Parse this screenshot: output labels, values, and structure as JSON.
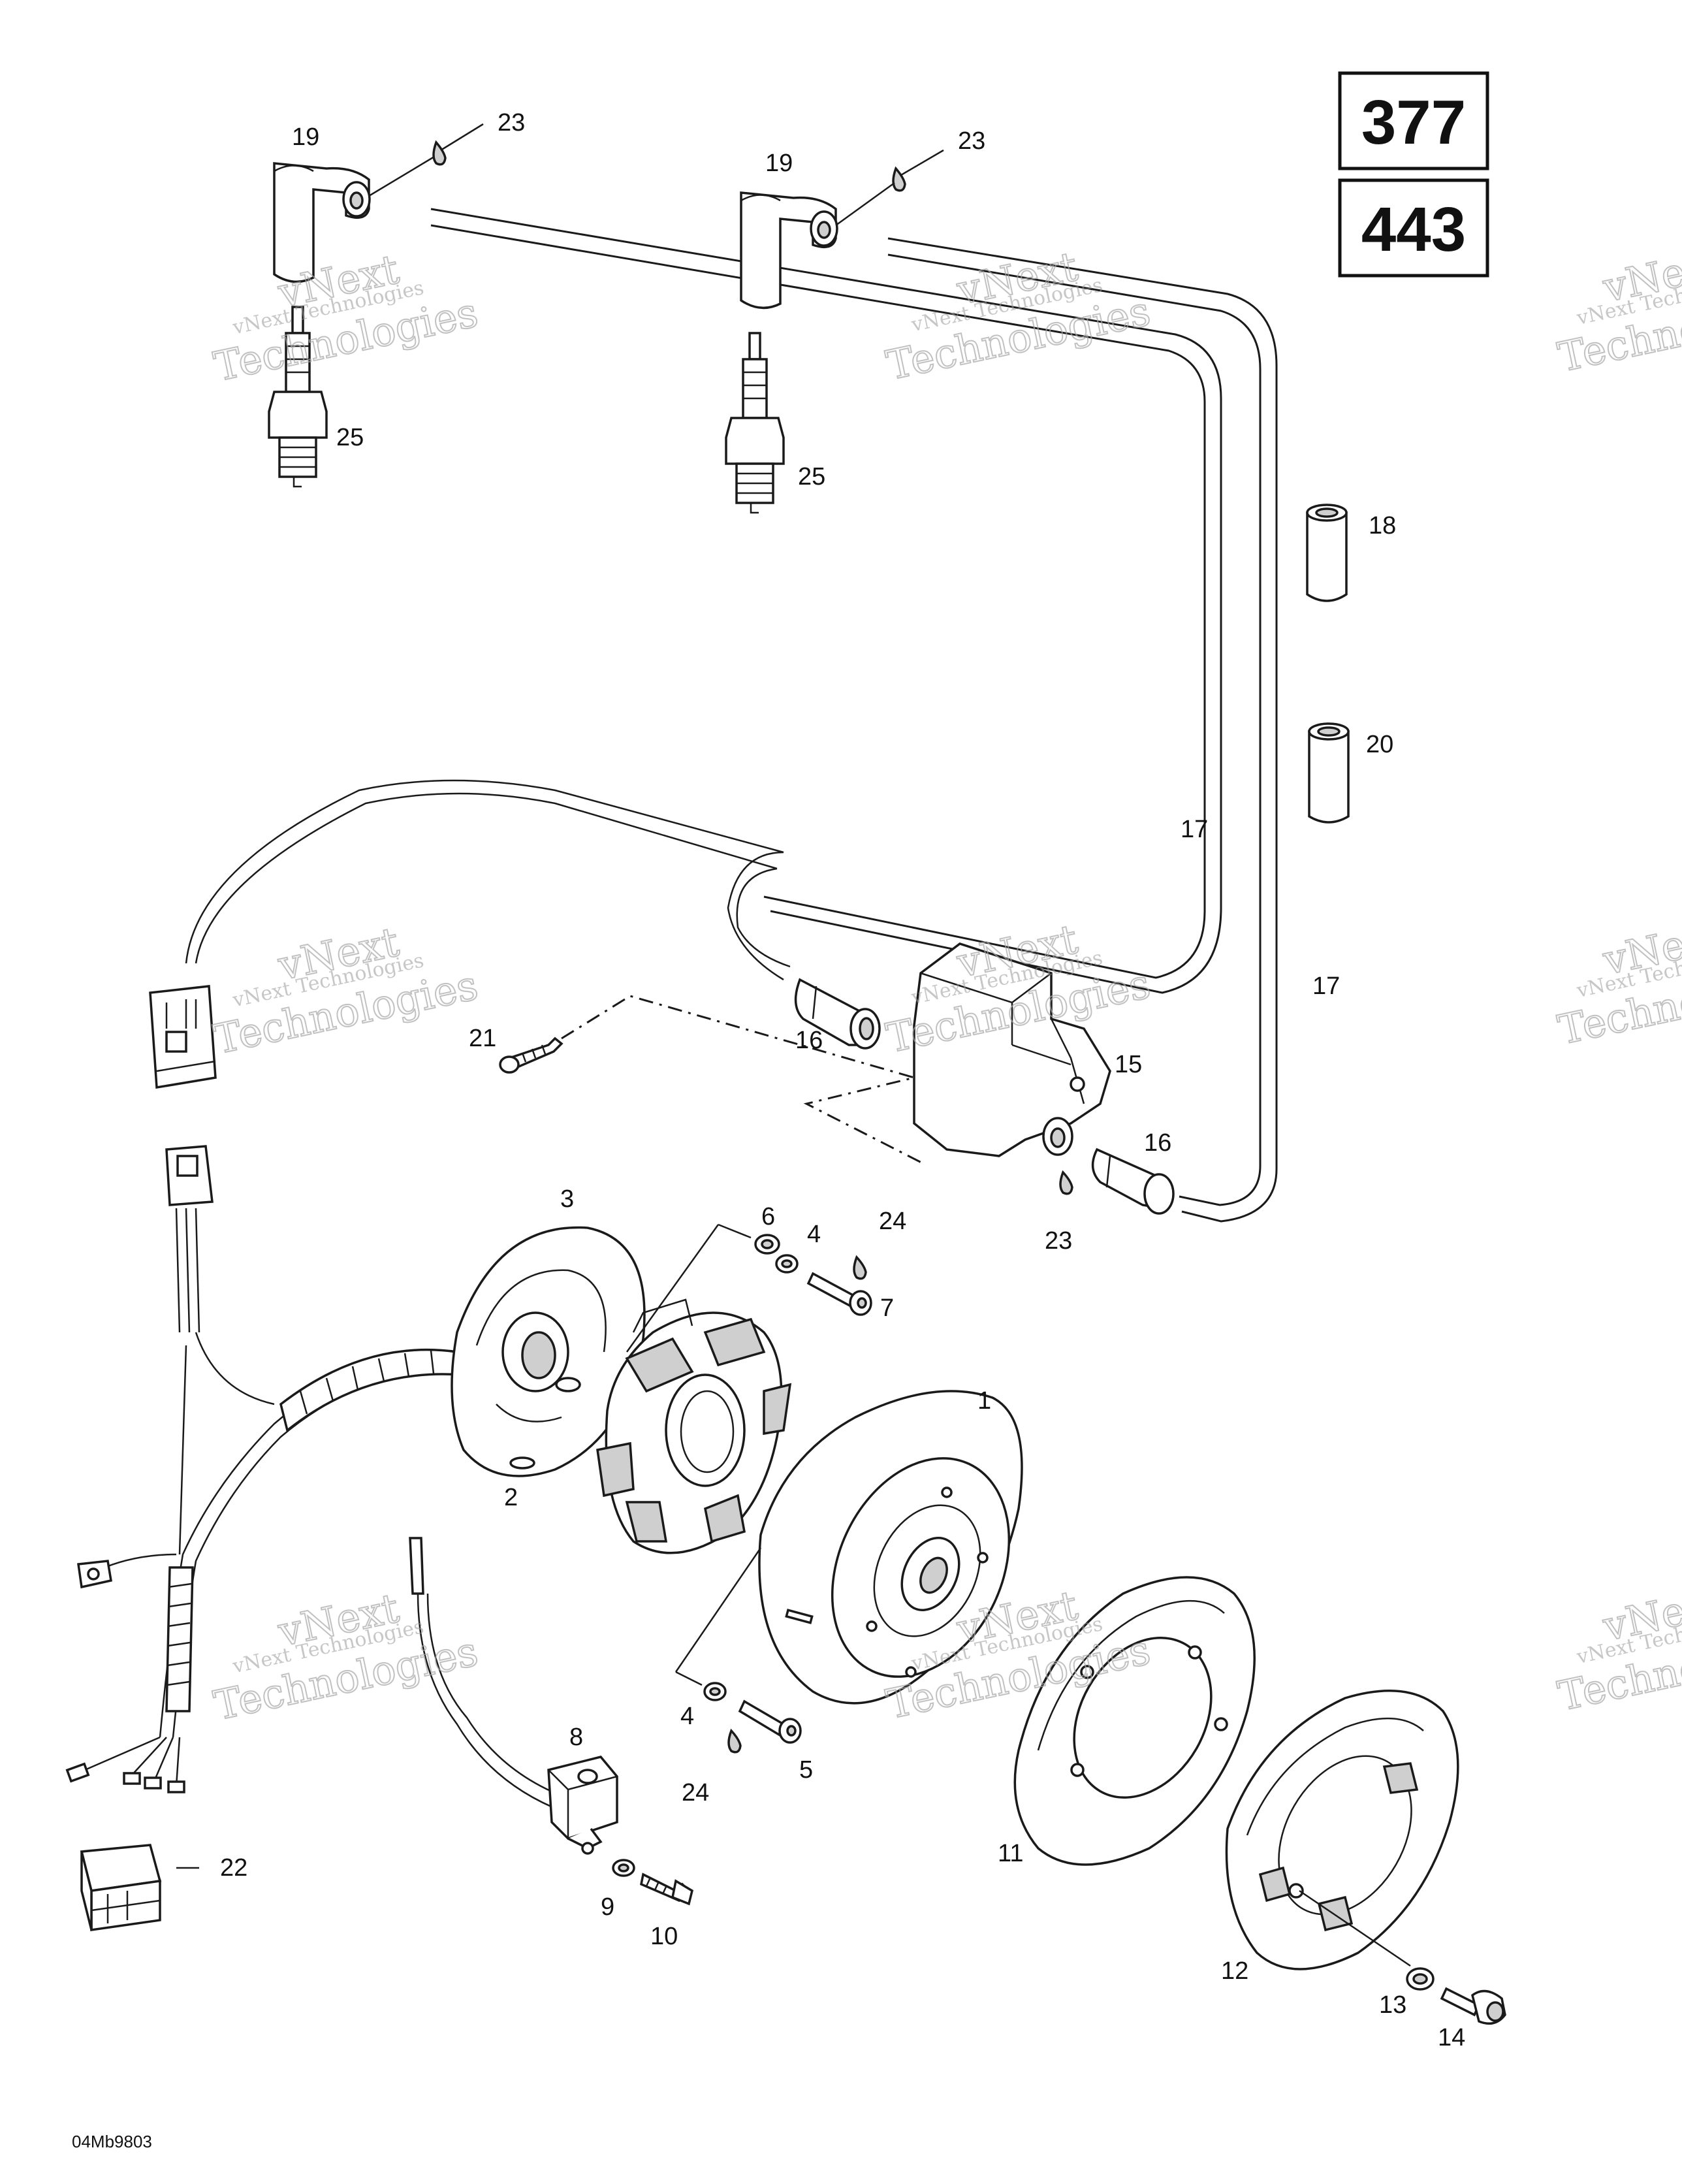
{
  "model_codes": [
    "377",
    "443"
  ],
  "drawing_code": "04Mb9803",
  "watermark": {
    "line1": "vNext Technologies",
    "line2": "vNext",
    "line3": "Technologies"
  },
  "callouts": {
    "c1": "1",
    "c2": "2",
    "c3": "3",
    "c4a": "4",
    "c4b": "4",
    "c5": "5",
    "c6": "6",
    "c7": "7",
    "c8": "8",
    "c9": "9",
    "c10": "10",
    "c11": "11",
    "c12": "12",
    "c13": "13",
    "c14": "14",
    "c15": "15",
    "c16a": "16",
    "c16b": "16",
    "c17a": "17",
    "c17b": "17",
    "c18": "18",
    "c19a": "19",
    "c19b": "19",
    "c20": "20",
    "c21": "21",
    "c22": "22",
    "c23a": "23",
    "c23b": "23",
    "c23c": "23",
    "c24a": "24",
    "c24b": "24",
    "c25a": "25",
    "c25b": "25"
  }
}
